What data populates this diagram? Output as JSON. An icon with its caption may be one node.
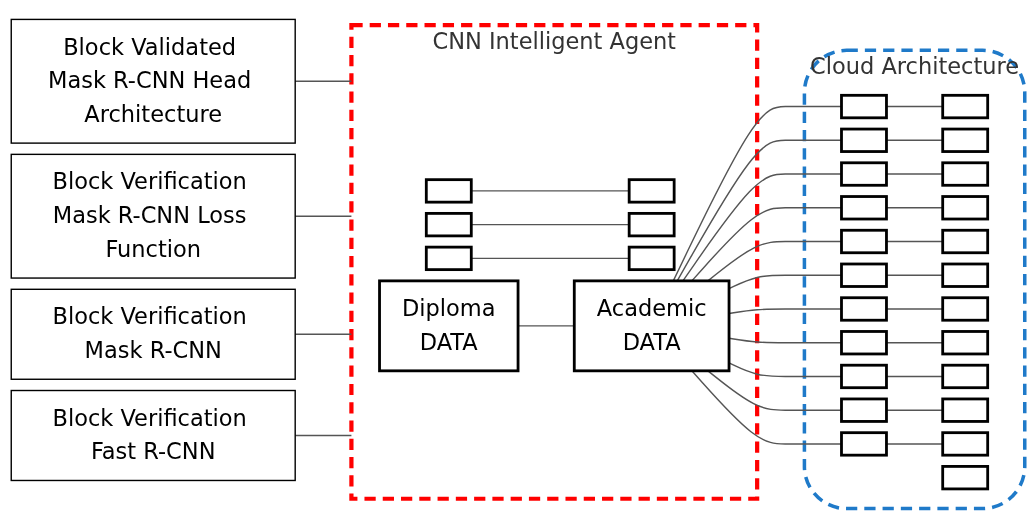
{
  "diagram": {
    "nodes": [
      {
        "text": [
          "Block Validated Mask R-CNN Head Architecture"
        ]
      },
      {
        "text": [
          "Block Verification Mask R-CNN Loss Function"
        ]
      },
      {
        "text": [
          "Block Verification Mask R-CNN"
        ]
      },
      {
        "text": [
          "Block Verification Fast R-CNN"
        ]
      },
      {
        "text": [
          "CNN Intelligent Agent"
        ]
      },
      {
        "text": [],
        "shape": "box",
        "in": 4
      },
      {
        "text": [],
        "shape": "box",
        "in": 4
      },
      {
        "text": [],
        "shape": "box",
        "in": 4
      },
      {
        "text": [
          "Diploma",
          "DATA"
        ],
        "in": 4
      },
      {
        "text": [],
        "shape": "box",
        "in": 4
      },
      {
        "text": [],
        "shape": "box",
        "in": 4
      },
      {
        "text": [],
        "shape": "box",
        "in": 4
      },
      {
        "text": [
          "Academic",
          "DATA"
        ],
        "in": 4
      },
      {
        "text": [
          "Cloud Architecture"
        ]
      },
      {
        "text": [],
        "shape": "box",
        "in": 13
      },
      {
        "text": [],
        "shape": "box",
        "in": 13
      },
      {
        "text": [],
        "shape": "box",
        "in": 13
      },
      {
        "text": [],
        "shape": "box",
        "in": 13
      },
      {
        "text": [],
        "shape": "box",
        "in": 13
      },
      {
        "text": [],
        "shape": "box",
        "in": 13
      },
      {
        "text": [],
        "shape": "box",
        "in": 13
      },
      {
        "text": [],
        "shape": "box",
        "in": 13
      },
      {
        "text": [],
        "shape": "box",
        "in": 13
      },
      {
        "text": [],
        "shape": "box",
        "in": 13
      },
      {
        "text": [],
        "shape": "box",
        "in": 13
      },
      {
        "text": [],
        "shape": "box",
        "in": 13
      },
      {
        "text": [],
        "shape": "box",
        "in": 13
      },
      {
        "text": [],
        "shape": "box",
        "in": 13
      },
      {
        "text": [],
        "shape": "box",
        "in": 13
      },
      {
        "text": [],
        "shape": "box",
        "in": 13
      },
      {
        "text": [],
        "shape": "box",
        "in": 13
      },
      {
        "text": [],
        "shape": "box",
        "in": 13
      },
      {
        "text": [],
        "shape": "box",
        "in": 13
      },
      {
        "text": [],
        "shape": "box",
        "in": 13
      },
      {
        "text": [],
        "shape": "box",
        "in": 13
      },
      {
        "text": [],
        "shape": "box",
        "in": 13
      },
      {
        "text": [],
        "shape": "box",
        "in": 13
      }
    ],
    "edges": [
      {
        "from": 0,
        "to": 4,
        "arrow": "none"
      },
      {
        "from": 1,
        "to": 4,
        "arrow": "none"
      },
      {
        "from": 2,
        "to": 4,
        "arrow": "none"
      },
      {
        "from": 3,
        "to": 4,
        "arrow": "none"
      },
      {
        "from": 5,
        "to": 9,
        "arrow": "none"
      },
      {
        "from": 6,
        "to": 10,
        "arrow": "none"
      },
      {
        "from": 7,
        "to": 11,
        "arrow": "none"
      },
      {
        "from": 8,
        "to": 12,
        "arrow": "none"
      },
      {
        "from": 12,
        "to": 14,
        "arrow": "none"
      },
      {
        "from": 12,
        "to": 15,
        "arrow": "none"
      },
      {
        "from": 12,
        "to": 16,
        "arrow": "none"
      },
      {
        "from": 12,
        "to": 17,
        "arrow": "none"
      },
      {
        "from": 12,
        "to": 18,
        "arrow": "none"
      },
      {
        "from": 12,
        "to": 19,
        "arrow": "none"
      },
      {
        "from": 12,
        "to": 20,
        "arrow": "none"
      },
      {
        "from": 12,
        "to": 21,
        "arrow": "none"
      },
      {
        "from": 12,
        "to": 22,
        "arrow": "none"
      },
      {
        "from": 12,
        "to": 23,
        "arrow": "none"
      },
      {
        "from": 12,
        "to": 24,
        "arrow": "none"
      },
      {
        "from": 14,
        "to": 25,
        "arrow": "none"
      },
      {
        "from": 15,
        "to": 26,
        "arrow": "none"
      },
      {
        "from": 16,
        "to": 27,
        "arrow": "none"
      },
      {
        "from": 17,
        "to": 28,
        "arrow": "none"
      },
      {
        "from": 18,
        "to": 29,
        "arrow": "none"
      },
      {
        "from": 19,
        "to": 30,
        "arrow": "none"
      },
      {
        "from": 20,
        "to": 31,
        "arrow": "none"
      },
      {
        "from": 21,
        "to": 32,
        "arrow": "none"
      },
      {
        "from": 22,
        "to": 33,
        "arrow": "none"
      },
      {
        "from": 23,
        "to": 34,
        "arrow": "none"
      },
      {
        "from": 24,
        "to": 35,
        "arrow": "none"
      }
    ]
  }
}
